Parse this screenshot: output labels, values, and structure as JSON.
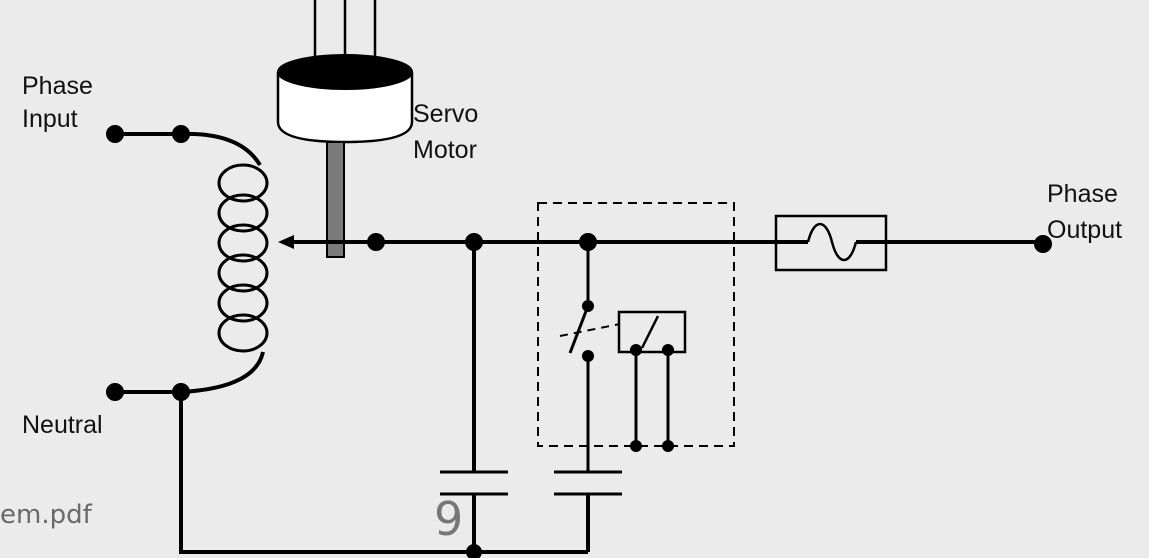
{
  "labels": {
    "phase_input_line1": "Phase",
    "phase_input_line2": "Input",
    "neutral": "Neutral",
    "servo_line1": "Servo",
    "servo_line2": "Motor",
    "phase_output_line1": "Phase",
    "phase_output_line2": "Output"
  },
  "footer": {
    "file_name_fragment": "em.pdf",
    "page_number": "9"
  },
  "colors": {
    "wire": "#000000",
    "motor_fill": "#ffffff",
    "shaft_fill": "#7a7a7a",
    "background": "#e9e9e9"
  }
}
